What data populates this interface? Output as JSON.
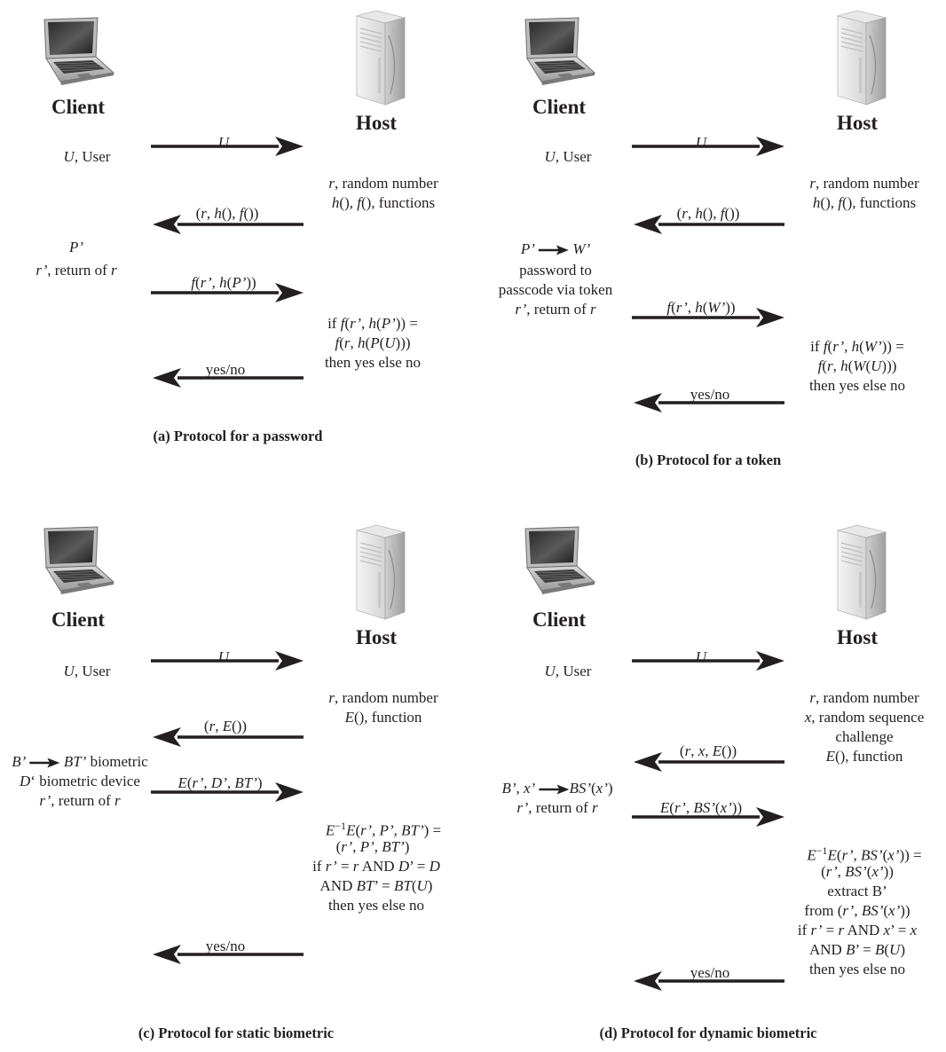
{
  "labels": {
    "client": "Client",
    "host": "Host",
    "yes_no": "yes/no"
  },
  "icons": {
    "client_device": "laptop-icon",
    "host_device": "server-tower-icon"
  },
  "panels": {
    "a": {
      "caption": "(a) Protocol for a password",
      "client_notes": [
        "U, User",
        "P’",
        "r’, return of r"
      ],
      "host_notes": [
        "r, random number",
        "h(), f(), functions",
        "if f(r’, h(P’)) =",
        "f(r, h(P(U)))",
        "then yes else no"
      ],
      "messages": [
        "U",
        "(r, h(), f())",
        "f(r’, h(P’))",
        "yes/no"
      ]
    },
    "b": {
      "caption": "(b) Protocol for a token",
      "client_notes": [
        "U, User",
        "P’ → W’",
        "password to",
        "passcode via token",
        "r’, return of r"
      ],
      "host_notes": [
        "r, random number",
        "h(), f(), functions",
        "if f(r’, h(W’)) =",
        "f(r, h(W(U)))",
        "then yes else no"
      ],
      "messages": [
        "U",
        "(r, h(), f())",
        "f(r’, h(W’))",
        "yes/no"
      ]
    },
    "c": {
      "caption": "(c) Protocol for static biometric",
      "client_notes": [
        "U, User",
        "B’ → BT’ biometric",
        "D‘ biometric device",
        "r’, return of r"
      ],
      "host_notes": [
        "r, random number",
        "E(), function",
        "E−1E(r’, P’, BT’) =",
        "(r’, P’, BT’)",
        "if r’ = r AND D’ = D",
        "AND BT’ = BT(U)",
        "then yes else no"
      ],
      "messages": [
        "U",
        "(r, E())",
        "E(r’, D’, BT’)",
        "yes/no"
      ]
    },
    "d": {
      "caption": "(d) Protocol for dynamic biometric",
      "client_notes": [
        "U, User",
        "B’, x’ → BS’(x’)",
        "r’, return of r"
      ],
      "host_notes": [
        "r, random number",
        "x, random sequence",
        "challenge",
        "E(), function",
        "E−1E(r’, BS’(x’)) =",
        "(r’, BS’(x’))",
        "extract B’",
        "from (r’, BS’(x’))",
        "if r’ = r AND x’ = x",
        "AND B’ = B(U)",
        "then yes else no"
      ],
      "messages": [
        "U",
        "(r, x, E())",
        "E(r’, BS’(x’))",
        "yes/no"
      ]
    }
  }
}
